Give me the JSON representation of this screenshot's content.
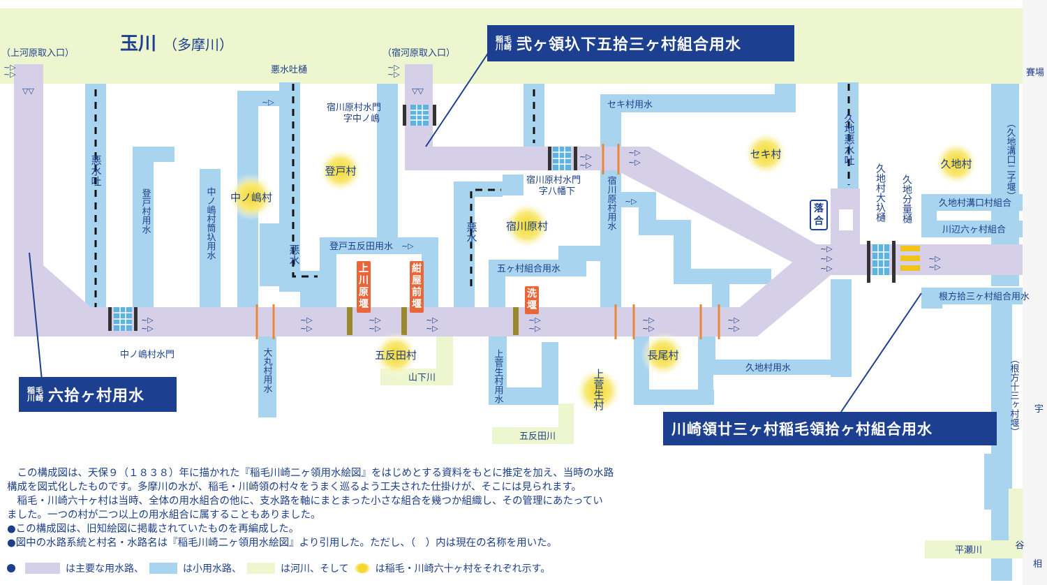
{
  "river": {
    "name": "玉川",
    "sub": "（多摩川）"
  },
  "canal_titles": {
    "top": {
      "small": "稲毛川崎",
      "main": "弐ヶ領圦下五拾三ヶ村組合用水"
    },
    "left": {
      "small": "稲毛川崎",
      "main": "六拾ヶ村用水"
    },
    "right": {
      "main": "川崎領廿三ヶ村稲毛領拾ヶ村組合用水"
    }
  },
  "labels": {
    "kamigawara_intake": "（上河原取入口）",
    "shukugawara_intake": "（宿河原取入口）",
    "akusui_toi": "悪水吐樋",
    "shuku_suimon_naka": "宿川原村水門",
    "shuku_suimon_naka_sub": "字中ノ嶋",
    "shuku_suimon_hachiman": "宿川原村水門",
    "shuku_suimon_hachiman_sub": "字八幡下",
    "seki_youshui": "セキ村用水",
    "akusui_v1": "悪水吐",
    "noboto_youshui_v": "登戸村用水",
    "nakanoshima_youshui_v": "中ノ嶋村筒圦用水",
    "akusui_v2": "悪水",
    "akusui_v3": "悪水",
    "noboto_gotanda": "登戸五反田用水",
    "gokason": "五ヶ村組合用水",
    "shukugawara_youshui_v": "宿川原村用水",
    "kuchi_akusui_v": "久地悪水吐",
    "kuchi_oiri": "久地村大圦樋",
    "kuchi_bunryo": "久地分量樋",
    "kuchi_mizoguchi": "久地村溝口村組合",
    "kawabe": "川辺六ヶ村組合",
    "nekata": "根方拾三ヶ村組合用水",
    "kuchi_youshui": "久地村用水",
    "nakanoshima_suimon": "中ノ嶋村水門",
    "omaru_v": "大丸村用水",
    "kamisuge_v": "上菅生村用水",
    "yamashita": "山下川",
    "gotanda_river": "五反田川",
    "hirase": "平瀬川",
    "kuchi_mizoguchi_futako_v": "（久地溝口二子堰）",
    "nekata_13_v": "（根方十三ヶ村堰）",
    "tani_v": "谷",
    "ochiai": "落合",
    "tag1": "上川原堰",
    "tag2": "紺屋前堰",
    "tag3": "洗堰",
    "edge_top_right": "賽場",
    "edge_bottom_right": "相",
    "edge_mid_right": "宇"
  },
  "villages": [
    {
      "name": "登戸村"
    },
    {
      "name": "中ノ嶋村"
    },
    {
      "name": "宿川原村"
    },
    {
      "name": "セキ村"
    },
    {
      "name": "久地村"
    },
    {
      "name": "五反田村"
    },
    {
      "name": "長尾村"
    },
    {
      "name": "上菅生村"
    }
  ],
  "notes": [
    "　この構成図は、天保９（１８３８）年に描かれた『稲毛川崎二ヶ領用水絵図』をはじめとする資料をもとに推定を加え、当時の水路",
    "構成を図式化したものです。多摩川の水が、稲毛・川崎領の村々をうまく巡るよう工夫された仕掛けが、そこには見られます。",
    "　稲毛・川崎六十ヶ村は当時、全体の用水組合の他に、支水路を軸にまとまった小さな組合を幾つか組織し、その管理にあたってい",
    "ました。一つの村が二つ以上の用水組合に属することもありました。",
    "●この構成図は、旧知絵図に掲載されていたものを再編成した。",
    "●図中の水路系統と村名・水路名は『稲毛川崎二ヶ領用水絵図』より引用した。ただし、（　）内は現在の名称を用いた。"
  ],
  "legend": {
    "main": "は主要な用水路、",
    "sub": "は小用水路、",
    "river": "は河川、そして",
    "village": "は稲毛・川崎六十ヶ村をそれぞれ示す。"
  },
  "colors": {
    "river_band": "#eef6cf",
    "main_canal": "#d6cfe8",
    "sub_canal": "#a8d4ef",
    "village_glow": "#f7e25a",
    "title_bg": "#1c3f8f",
    "weir": "#e8673a"
  }
}
